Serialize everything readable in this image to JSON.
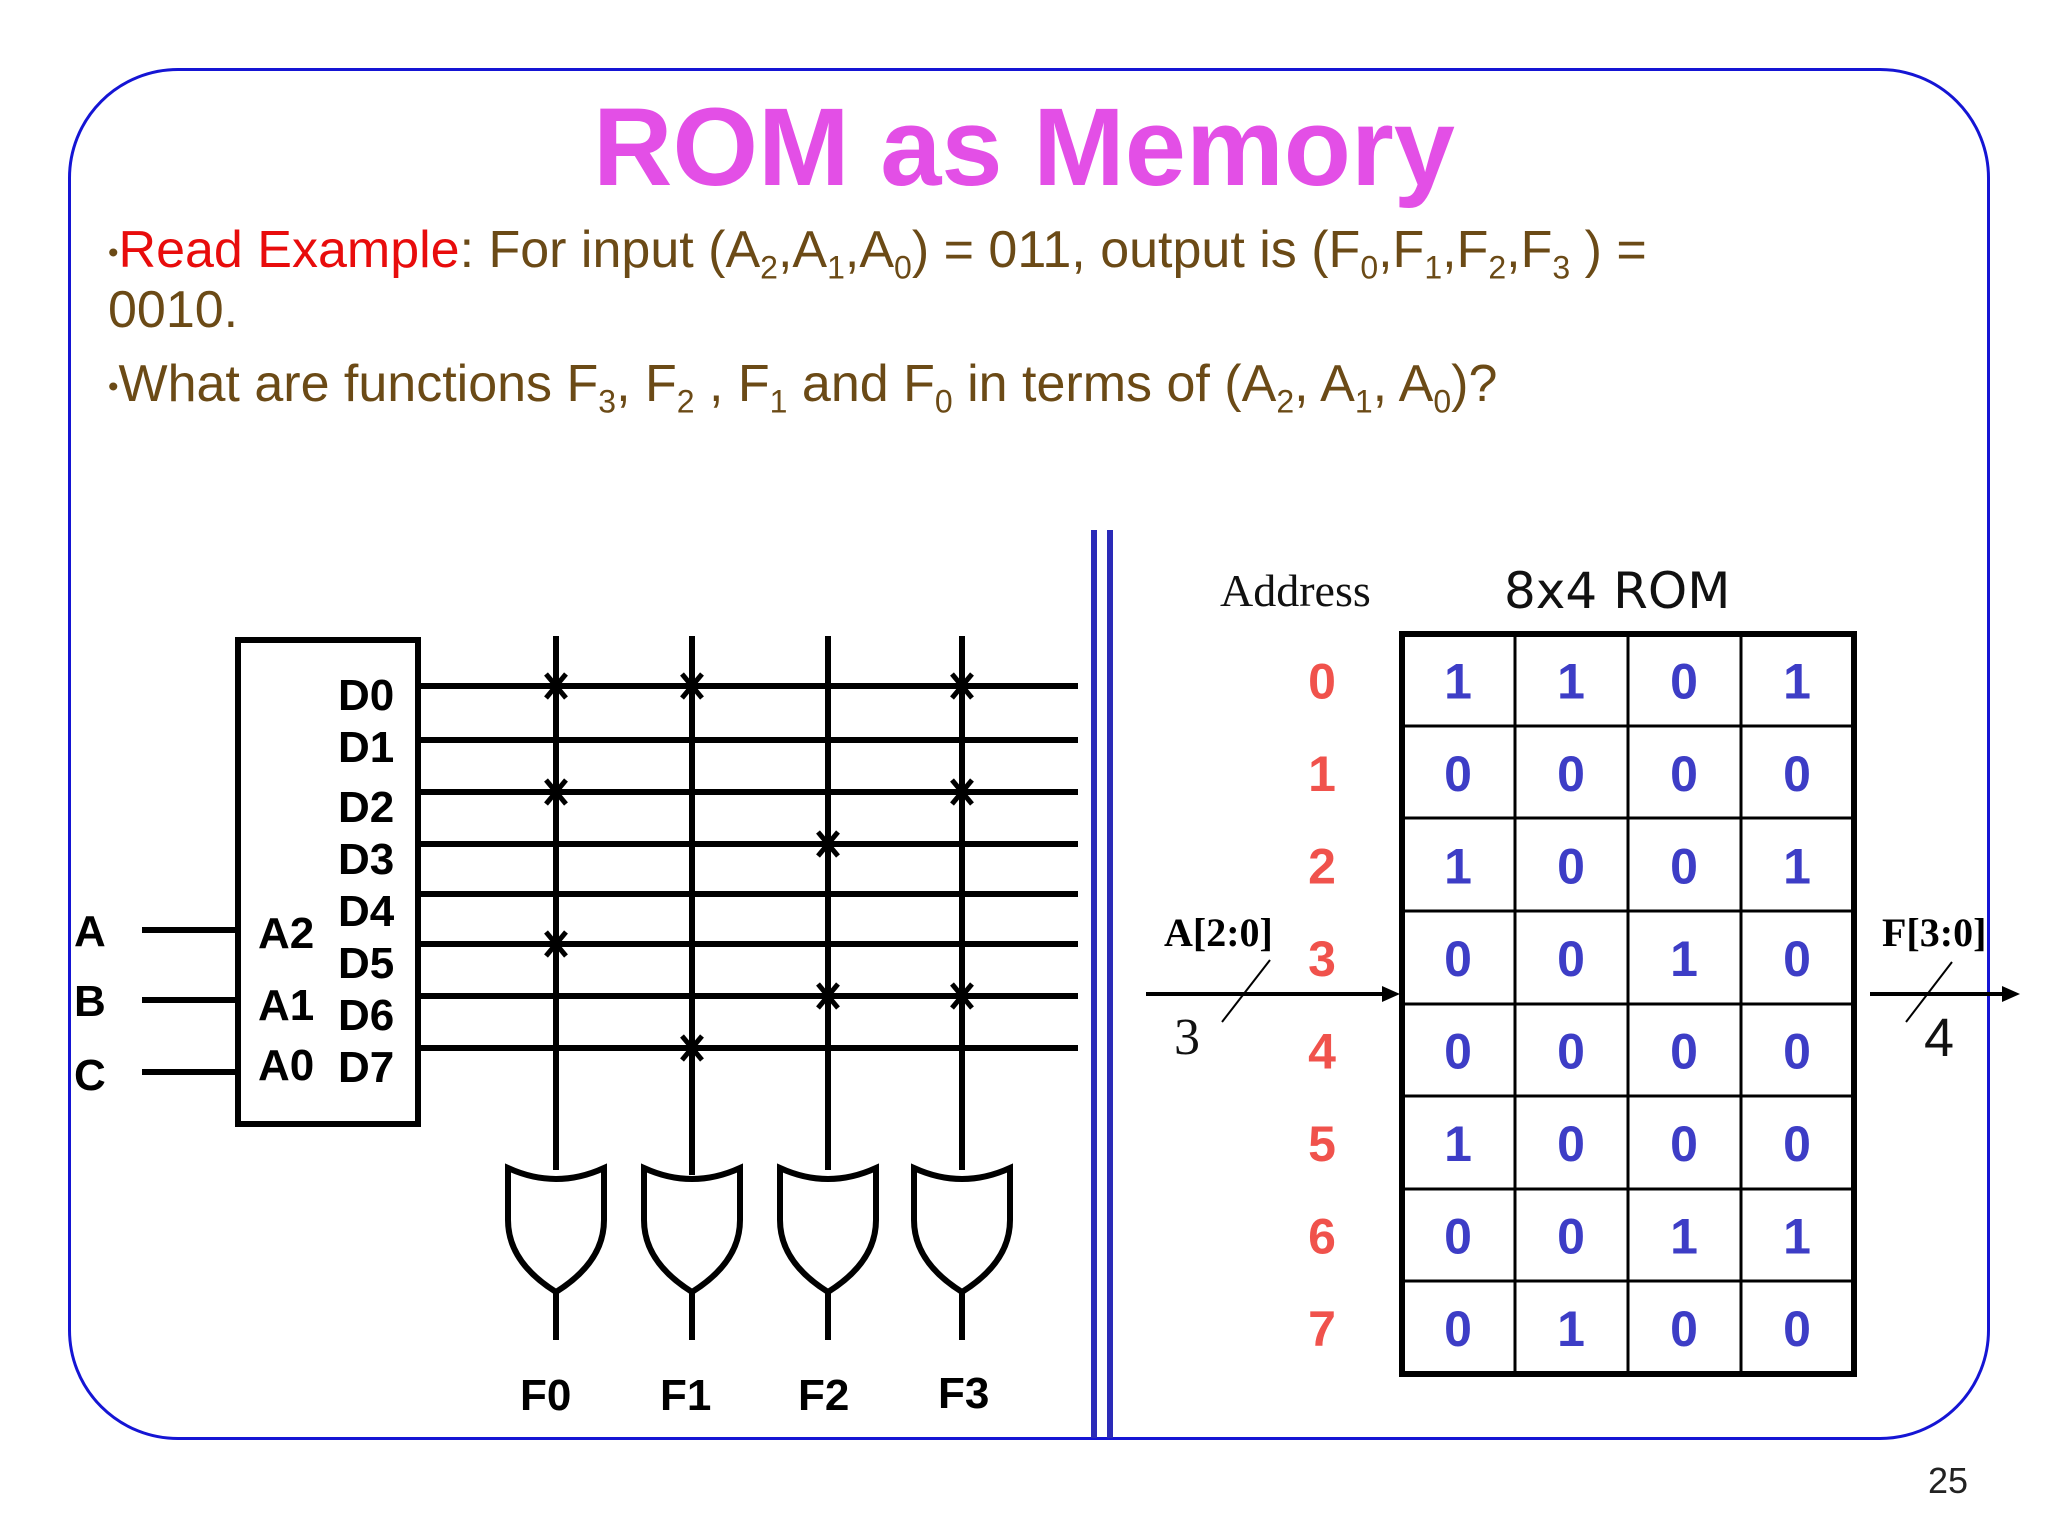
{
  "title": "ROM as Memory",
  "bullets": {
    "b1": {
      "lead": "Read Example",
      "text_before_a": ": For input (A",
      "s2": "2",
      "s1": "1",
      "s0": "0",
      "text_middle": ") = 011, output is (F",
      "f0": "0",
      "f1": "1",
      "f2": "2",
      "f3": "3",
      "text_end": " ) =",
      "line2": "0010."
    },
    "b2": {
      "p1": "What are functions F",
      "s3": "3",
      "s2": "2",
      "s1": "1",
      "s0": "0",
      "p_and": " and F",
      "p_terms": " in terms of (A",
      "a2": "2",
      "a1": "1",
      "a0": "0",
      "p_end": ")?"
    }
  },
  "decoder": {
    "inputs": [
      "A",
      "B",
      "C"
    ],
    "input_pins": [
      "A2",
      "A1",
      "A0"
    ],
    "outputs": [
      "D0",
      "D1",
      "D2",
      "D3",
      "D4",
      "D5",
      "D6",
      "D7"
    ]
  },
  "or_outputs": [
    "F0",
    "F1",
    "F2",
    "F3"
  ],
  "rom": {
    "title": "8x4 ROM",
    "address_label": "Address",
    "addresses": [
      "0",
      "1",
      "2",
      "3",
      "4",
      "5",
      "6",
      "7"
    ],
    "rows": [
      [
        "1",
        "1",
        "0",
        "1"
      ],
      [
        "0",
        "0",
        "0",
        "0"
      ],
      [
        "1",
        "0",
        "0",
        "1"
      ],
      [
        "0",
        "0",
        "1",
        "0"
      ],
      [
        "0",
        "0",
        "0",
        "0"
      ],
      [
        "1",
        "0",
        "0",
        "0"
      ],
      [
        "0",
        "0",
        "1",
        "1"
      ],
      [
        "0",
        "1",
        "0",
        "0"
      ]
    ],
    "input_bus_label": "A[2:0]",
    "input_bus_width": "3",
    "output_bus_label": "F[3:0]",
    "output_bus_width": "4"
  },
  "page_number": "25",
  "colors": {
    "title": "#e34fe6",
    "body_text": "#6b4a16",
    "highlight": "#e80c0c",
    "frame": "#1515d4",
    "rom_values": "#3d3dc6",
    "rom_addresses": "#f0524c"
  }
}
